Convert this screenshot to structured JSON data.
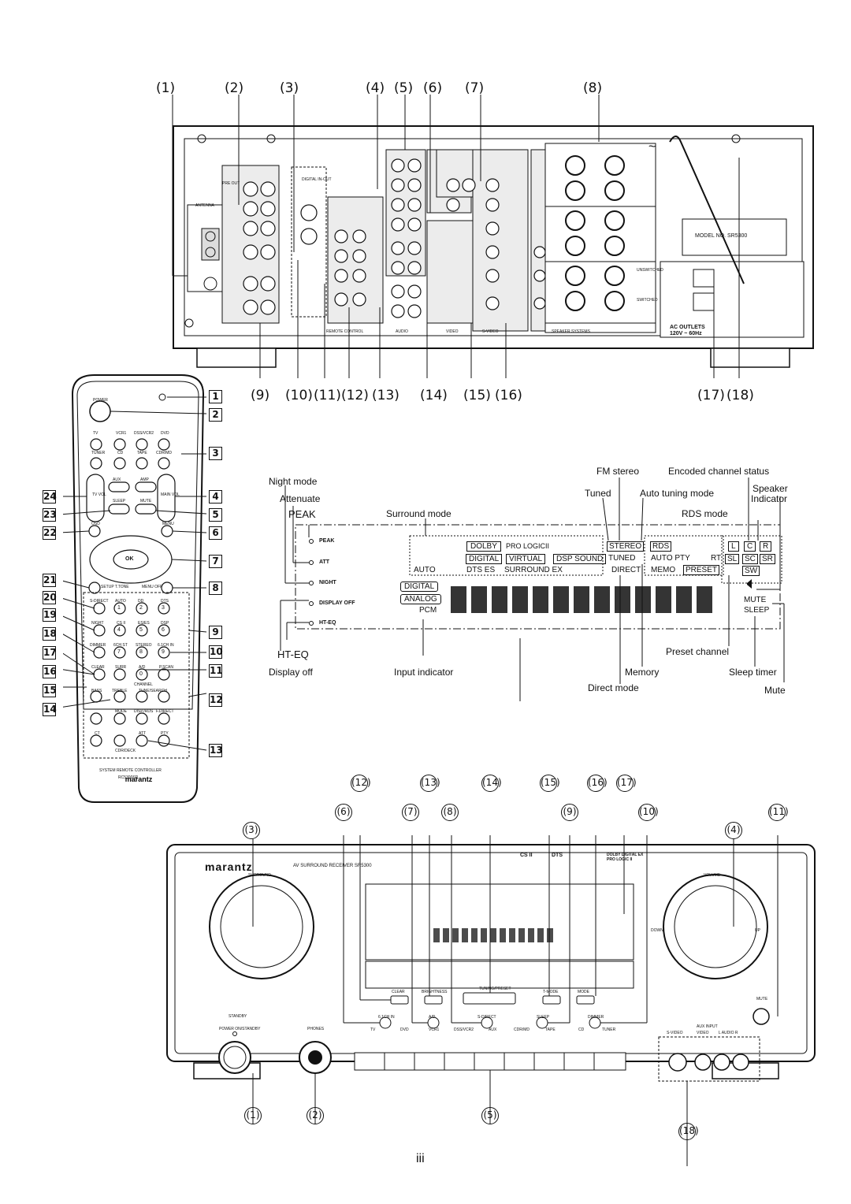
{
  "rear_panel": {
    "callouts_top": [
      "(1)",
      "(2)",
      "(3)",
      "(4)",
      "(5)",
      "(6)",
      "(7)",
      "(8)"
    ],
    "callouts_bottom": [
      "(9)",
      "(10)",
      "(11)",
      "(12)",
      "(13)",
      "(14)",
      "(15)",
      "(16)",
      "(17)",
      "(18)"
    ],
    "model_label": "MODEL NO. SR5300",
    "antenna": "ANTENNA",
    "pre_out": "PRE OUT",
    "digital_in_out": "DIGITAL IN-OUT",
    "speaker_systems": "SPEAKER SYSTEMS",
    "ac_outlets": "AC OUTLETS",
    "ac_spec": "120V ~ 60Hz",
    "unswitched": "UNSWITCHED",
    "switched": "SWITCHED",
    "section_labels": [
      "REMOTE CONTROL",
      "AUDIO",
      "VIDEO",
      "S-VIDEO"
    ],
    "ac_symbol": "~"
  },
  "remote": {
    "callouts_right": [
      "1",
      "2",
      "3",
      "4",
      "5",
      "6",
      "7",
      "8",
      "9",
      "10",
      "11",
      "12",
      "13"
    ],
    "callouts_left": [
      "24",
      "23",
      "22",
      "21",
      "20",
      "19",
      "18",
      "17",
      "16",
      "15",
      "14"
    ],
    "power": "POWER",
    "sources_row1": [
      "TV",
      "VCR1",
      "DSS/VCR2",
      "DVD"
    ],
    "sources_row2": [
      "TUNER",
      "CD",
      "TAPE",
      "CDR/MD"
    ],
    "aux": "AUX",
    "amp": "AMP",
    "tv_vol": "TV VOL",
    "main_vol": "MAIN VOL",
    "sleep": "SLEEP",
    "mute": "MUTE",
    "osd": "OSD",
    "menu": "MENU",
    "ok": "OK",
    "setup": "SETUP T.TONE",
    "menu_off": "MENU OFF",
    "keys_row_labels": [
      "S-DIRECT",
      "AUTO",
      "DD",
      "DTS"
    ],
    "keys_row1": [
      "1",
      "2",
      "3"
    ],
    "keys_row2_labels": [
      "NIGHT",
      "CS II",
      "ES/ES",
      "DSP"
    ],
    "keys_row2": [
      "4",
      "5",
      "6"
    ],
    "keys_row3_labels": [
      "DIMMER",
      "6CH ST",
      "STEREO",
      "6.1CH IN"
    ],
    "keys_row3": [
      "7",
      "8",
      "9"
    ],
    "keys_row4_labels": [
      "CLEAR",
      "SURR",
      "A/D",
      "P.SCAN"
    ],
    "keys_row4": [
      "0"
    ],
    "bass": "BASS",
    "treble": "TREBLE",
    "channel": "CHANNEL",
    "tune_search": "TUNE/SEARCH",
    "mode": "MODE",
    "disp_rds": "DISP./RDS",
    "f_direct": "F.DIRECT",
    "ct": "CT",
    "pty": "PTY",
    "att": "ATT",
    "cdr_deck": "CDR/DECK",
    "brand": "marantz",
    "system": "SYSTEM REMOTE CONTROLLER",
    "model": "RC5300SR"
  },
  "display_diagram": {
    "labels": {
      "night_mode": "Night mode",
      "attenuate": "Attenuate",
      "peak_label": "PEAK",
      "surround_mode": "Surround mode",
      "fm_stereo": "FM stereo",
      "tuned": "Tuned",
      "auto_tuning": "Auto tuning mode",
      "encoded": "Encoded channel status",
      "speaker": "Speaker",
      "indicator": "Indicator",
      "rds_mode": "RDS mode",
      "ht_eq": "HT-EQ",
      "display_off": "Display off",
      "input_indicator": "Input indicator",
      "direct_mode": "Direct mode",
      "memory": "Memory",
      "preset_channel": "Preset channel",
      "sleep_timer": "Sleep timer",
      "mute": "Mute"
    },
    "leds": [
      "PEAK",
      "ATT",
      "NIGHT",
      "DISPLAY OFF",
      "HT-EQ"
    ],
    "segments": {
      "dolby": "DOLBY",
      "pro_logic": "PRO LOGICII",
      "digital": "DIGITAL",
      "virtual": "VIRTUAL",
      "dsp_sound": "DSP SOUND",
      "auto": "AUTO",
      "dts_es": "DTS  ES",
      "surround_ex": "SURROUND EX",
      "stereo": "STEREO",
      "tuned": "TUNED",
      "direct": "DIRECT",
      "rds": "RDS",
      "auto_pty": "AUTO PTY",
      "rt": "RT",
      "memo": "MEMO",
      "preset": "PRESET",
      "ch_l": "L",
      "ch_c": "C",
      "ch_r": "R",
      "ch_sl": "SL",
      "ch_sc": "SC",
      "ch_sr": "SR",
      "ch_sw": "SW",
      "input_digital": "DIGITAL",
      "input_analog": "ANALOG",
      "pcm": "PCM",
      "mute": "MUTE",
      "sleep": "SLEEP"
    }
  },
  "front_panel": {
    "callouts": [
      "(12)",
      "(13)",
      "(14)",
      "(15)",
      "(16)",
      "(17)",
      "(6)",
      "(7)",
      "(8)",
      "(9)",
      "(10)",
      "(11)",
      "(3)",
      "(4)",
      "(1)",
      "(2)",
      "(5)",
      "(18)"
    ],
    "brand": "marantz",
    "model_text": "AV SURROUND RECEIVER SR5300",
    "surround": "SURROUND",
    "volume": "VOLUME",
    "down": "DOWN",
    "up": "UP",
    "mute": "MUTE",
    "standby": "STANDBY",
    "power": "POWER ON/STANDBY",
    "phones": "PHONES",
    "buttons_top": [
      "CLEAR",
      "BRIGHTNESS",
      "TUNING/PRESET",
      "T-MODE",
      "MODE"
    ],
    "buttons_bottom": [
      "6.1CH IN",
      "A/D",
      "S-DIRECT",
      "SLEEP",
      "DIMMER"
    ],
    "sources": [
      "TV",
      "DVD",
      "VCR1",
      "DSS/VCR2",
      "AUX",
      "CDR/MD",
      "TAPE",
      "CD",
      "TUNER"
    ],
    "aux_input": "AUX INPUT",
    "aux_jacks": [
      "S-VIDEO",
      "VIDEO",
      "L  AUDIO  R"
    ],
    "logos": [
      "CS II",
      "DTS",
      "DOLBY DIGITAL EX PRO LOGIC II"
    ]
  },
  "page_number": "iii"
}
